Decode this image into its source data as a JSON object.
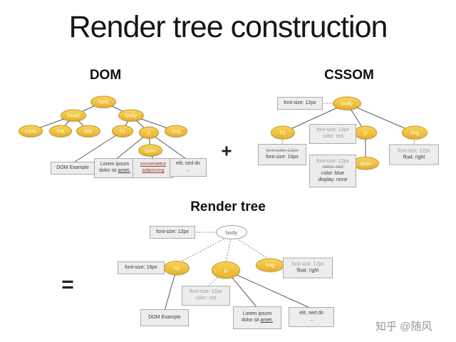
{
  "title": "Render tree construction",
  "watermark": "知乎 @随风",
  "operators": {
    "plus": "+",
    "equals": "="
  },
  "dom": {
    "heading": "DOM",
    "nodes": {
      "html": "html",
      "head": "head",
      "body": "body",
      "meta": "meta",
      "link": "link",
      "title": "title",
      "h1": "h1",
      "p": "p",
      "img": "img",
      "span": "span"
    },
    "boxes": {
      "dom_example": {
        "line1": "DOM Example"
      },
      "lorem": {
        "line1": "Lorem ipsum",
        "line2a": "dolor sit ",
        "line2b": "amet."
      },
      "consectetur": {
        "line1": "consectetur",
        "line2": "adipiscing"
      },
      "elit": {
        "line1": "elit, sed do",
        "line2": "..."
      }
    }
  },
  "cssom": {
    "heading": "CSSOM",
    "nodes": {
      "body": "body",
      "h1": "h1",
      "p": "p",
      "img": "img",
      "span": "span"
    },
    "boxes": {
      "body_style": {
        "line1": "font-size: 12px"
      },
      "h1_style": {
        "line1": "font-size: 12px",
        "line2": "font-size: 16px"
      },
      "p_style": {
        "line1": "font-size: 12px",
        "line2": "color: red"
      },
      "span_style": {
        "line1": "font-size: 12px",
        "line2": "color: red",
        "line3": "color: blue",
        "line4": "display: none"
      },
      "img_style": {
        "line1": "font-size: 12px",
        "line2": "float: right"
      }
    }
  },
  "render": {
    "heading": "Render tree",
    "nodes": {
      "body": "body",
      "h1": "h1",
      "p": "p",
      "img": "img"
    },
    "boxes": {
      "body_style": {
        "line1": "font-size: 12px"
      },
      "h1_style": {
        "line1": "font-size: 16px"
      },
      "p_style": {
        "line1": "font-size: 12px",
        "line2": "color: red"
      },
      "img_style": {
        "line1": "font-size: 12px",
        "line2": "float: right"
      },
      "dom_example": {
        "line1": "DOM Example"
      },
      "lorem": {
        "line1": "Lorem ipsum",
        "line2a": "dolor sit ",
        "line2b": "amet."
      },
      "elit": {
        "line1": "elit, sed do",
        "line2": "..."
      }
    }
  },
  "colors": {
    "node_yellow": "#edbb32",
    "box_gray": "#ededed",
    "faded_text": "#9b9b9b"
  }
}
